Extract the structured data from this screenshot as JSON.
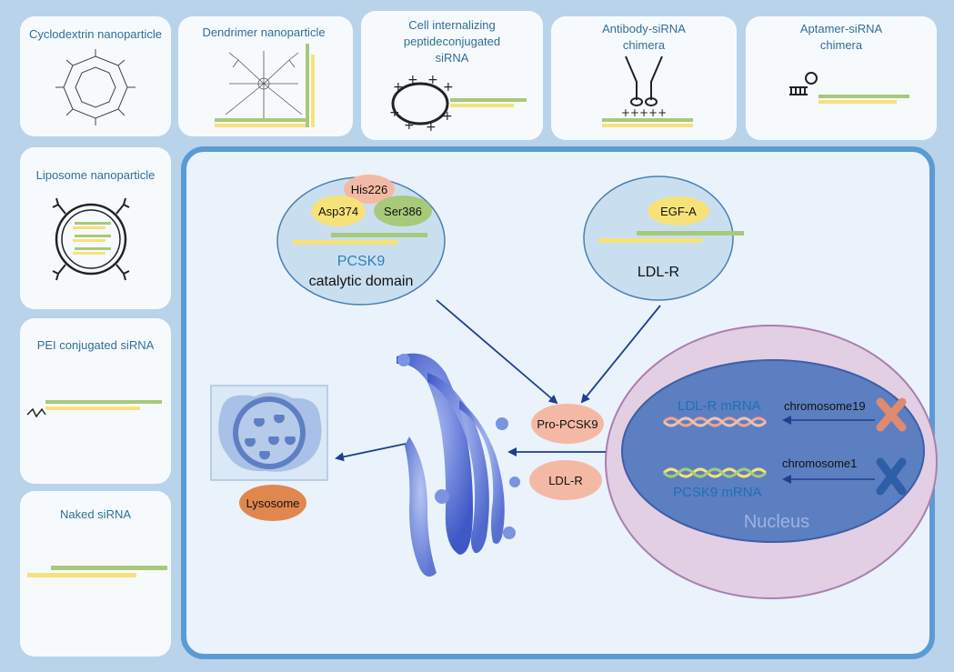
{
  "cards": {
    "cyclodextrin": "Cyclodextrin nanoparticle",
    "dendrimer": "Dendrimer nanoparticle",
    "cpp_line1": "Cell internalizing",
    "cpp_line2": "peptideconjugated",
    "cpp_line3": "siRNA",
    "antibody_line1": "Antibody-siRNA",
    "antibody_line2": "chimera",
    "aptamer_line1": "Aptamer-siRNA",
    "aptamer_line2": "chimera",
    "liposome": "Liposome nanoparticle",
    "pei": "PEI conjugated siRNA",
    "naked": "Naked siRNA"
  },
  "pcsk9_domain": {
    "his": "His226",
    "asp": "Asp374",
    "ser": "Ser386",
    "name": "PCSK9",
    "sub": "catalytic domain"
  },
  "ldlr_domain": {
    "egf": "EGF-A",
    "name": "LDL-R"
  },
  "pathway": {
    "pro_pcsk9": "Pro-PCSK9",
    "ldlr": "LDL-R",
    "lysosome": "Lysosome",
    "nucleus": "Nucleus",
    "ldlr_mrna": "LDL-R mRNA",
    "pcsk9_mrna": "PCSK9 mRNA",
    "chr19": "chromosome19",
    "chr1": "chromosome1"
  },
  "colors": {
    "background": "#b9d3ea",
    "card": "#f7fafd",
    "panel_border": "#5b9bd3",
    "domain_fill": "#c9dff0",
    "nucleus_outer": "#e3cfe3",
    "nucleus_inner": "#5c7fc1",
    "salmon": "#f4b9a4",
    "yellow": "#f7e27a",
    "green": "#a8c97a",
    "orange": "#e0874f",
    "arrow": "#1f3f8f"
  }
}
